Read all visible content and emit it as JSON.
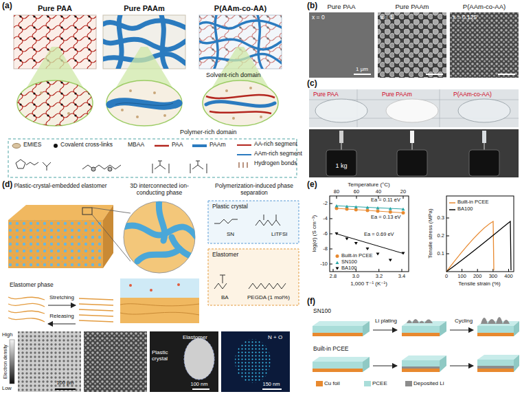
{
  "diagram": {
    "labels": [
      "(a)",
      "Pure PAA",
      "Pure PAAm",
      "P(AAm-co-AA)",
      "Solvent-rich domain",
      "Polymer-rich domain",
      "(b)",
      "Pure PAA",
      "Pure PAAm",
      "P(AAm-co-AA)",
      "x = 0",
      "x = 1",
      "x = 0.125",
      "1 μm",
      "(c)",
      "Pure PAA",
      "Pure PAAm",
      "P(AAm-co-AA)",
      "1 kg",
      "(d)",
      "Plastic-crystal-embedded elastomer",
      "3D interconnected ion-conducting phase",
      "Polymerization-induced phase separation",
      "Plastic crystal",
      "SN",
      "LiTFSI",
      "Elastomer",
      "BA",
      "PEGDA (1 mol%)",
      "Elastomer phase",
      "Stretching",
      "Releasing",
      "High",
      "Electron density",
      "Low",
      "100 μm",
      "Elastomer",
      "Plastic crystal",
      "100 nm",
      "N + O",
      "150 nm",
      "(e)",
      "Temperature (°C)",
      "80",
      "60",
      "40",
      "20",
      "-2",
      "-4",
      "-6",
      "-8",
      "-10",
      "log(σ) (S cm⁻¹)",
      "2.8",
      "3.0",
      "3.2",
      "3.4",
      "1,000 T⁻¹ (K⁻¹)",
      "Ea = 0.11 eV",
      "Ea = 0.13 eV",
      "Ea = 0.69 eV",
      "0.1",
      "0.2",
      "0.3",
      "Tensile stress (MPa)",
      "0",
      "100",
      "200",
      "300",
      "400",
      "Tensile strain (%)",
      "(f)",
      "SN100",
      "Li plating",
      "Cycling",
      "Built-in PCEE"
    ],
    "legend": [
      {
        "text": "EMIES"
      },
      {
        "text": "Covalent cross-links"
      },
      {
        "text": "MBAA"
      },
      {
        "text": "PAA"
      },
      {
        "text": "PAAm"
      },
      {
        "text": "AA-rich segment"
      },
      {
        "text": "AAm-rich segment"
      },
      {
        "text": "Hydrogen bonds"
      },
      {
        "text": "Built-in PCEE"
      },
      {
        "text": "SN100"
      },
      {
        "text": "BA100"
      },
      {
        "text": "Built-in PCEE"
      },
      {
        "text": "BA100"
      },
      {
        "text": "Cu foil",
        "color": "#e8892f"
      },
      {
        "text": "PCEE",
        "color": "#a9ddd9"
      },
      {
        "text": "Deposited Li",
        "color": "#8c8c8c"
      }
    ]
  }
}
